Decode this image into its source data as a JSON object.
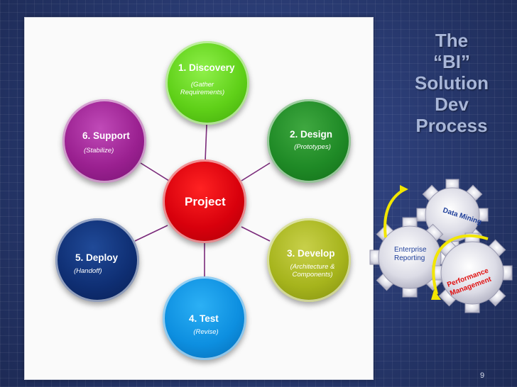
{
  "slide": {
    "title_lines": [
      "The",
      "“BI”",
      "Solution",
      "Dev",
      "Process"
    ],
    "page_number": "9"
  },
  "diagram": {
    "center": {
      "label": "Project",
      "color": "#d8000c"
    },
    "nodes": [
      {
        "id": "discovery",
        "title": "1. Discovery",
        "subtitle_lines": [
          "(Gather",
          "Requirements)"
        ],
        "color": "#5fd018"
      },
      {
        "id": "design",
        "title": "2. Design",
        "subtitle_lines": [
          "(Prototypes)"
        ],
        "color": "#1f8a26"
      },
      {
        "id": "develop",
        "title": "3. Develop",
        "subtitle_lines": [
          "(Architecture &",
          "Components)"
        ],
        "color": "#a6b41c"
      },
      {
        "id": "test",
        "title": "4. Test",
        "subtitle_lines": [
          "(Revise)"
        ],
        "color": "#0d8fe0"
      },
      {
        "id": "deploy",
        "title": "5. Deploy",
        "subtitle_lines": [
          "(Handoff)"
        ],
        "color": "#0f2f74"
      },
      {
        "id": "support",
        "title": "6. Support",
        "subtitle_lines": [
          "(Stabilize)"
        ],
        "color": "#9a2090"
      }
    ],
    "connector_color": "#7a2a7a"
  },
  "gears": {
    "items": [
      {
        "label_lines": [
          "Data Mining"
        ],
        "color": "#1f3f9a"
      },
      {
        "label_lines": [
          "Enterprise",
          "Reporting"
        ],
        "color": "#1f3f9a"
      },
      {
        "label_lines": [
          "Performance",
          "Management"
        ],
        "color": "#e01010"
      }
    ],
    "arrow_color": "#f2e600"
  }
}
